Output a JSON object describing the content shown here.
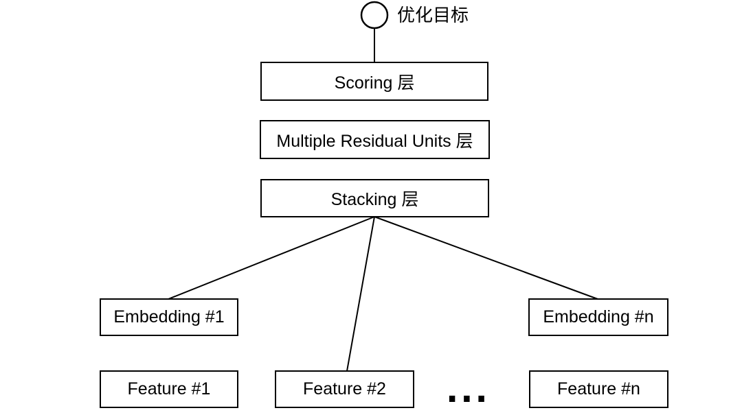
{
  "colors": {
    "ink": "#000000",
    "bg": "#ffffff"
  },
  "diagram": {
    "objective": {
      "label": "优化目标"
    },
    "nodes": {
      "scoring": "Scoring 层",
      "residual": "Multiple Residual Units 层",
      "stacking": "Stacking 层",
      "embedding1": "Embedding #1",
      "embeddingN": "Embedding #n",
      "feature1": "Feature #1",
      "feature2": "Feature #2",
      "featureN": "Feature #n"
    },
    "ellipsis": "..."
  }
}
